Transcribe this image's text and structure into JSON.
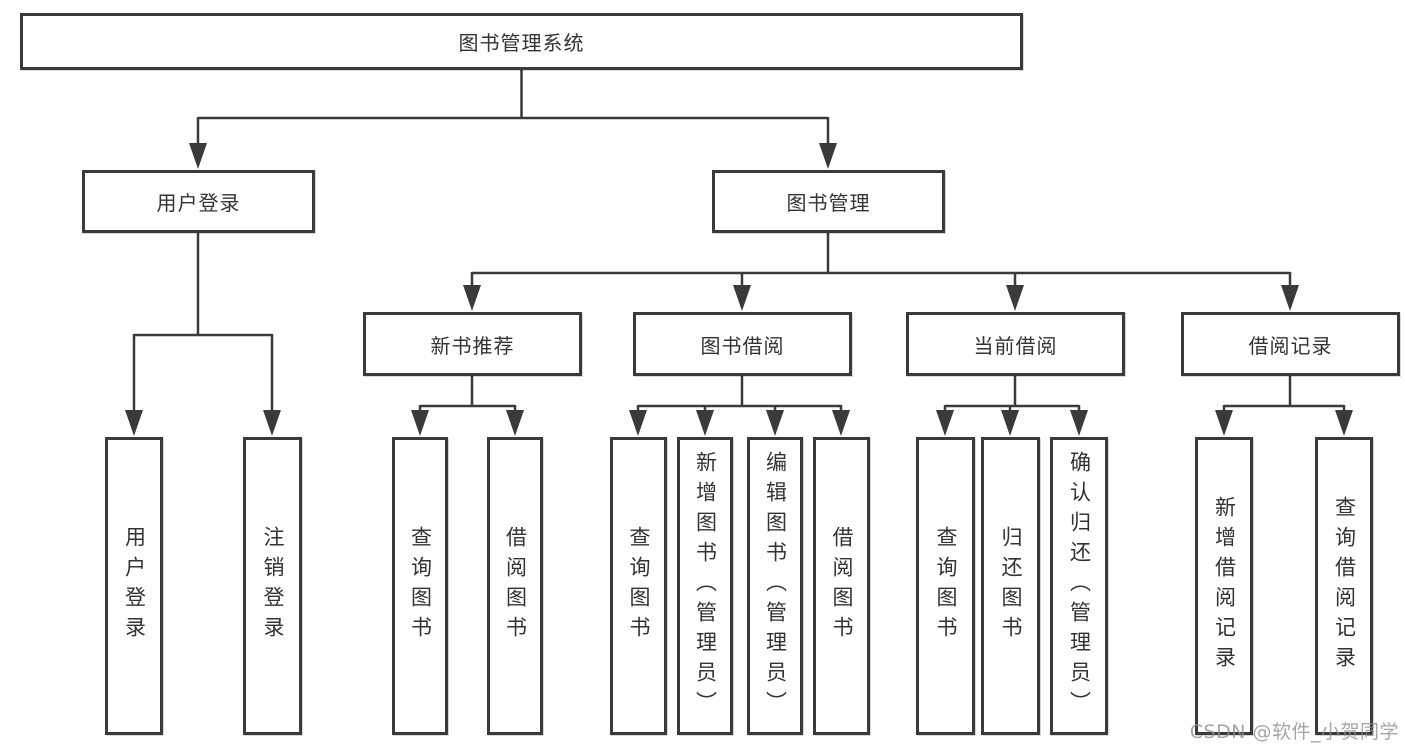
{
  "page": {
    "watermark": "CSDN @软件_小贺同学"
  },
  "colors": {
    "line": "#3a3a3a",
    "box_border": "#3a3a3a",
    "box_fill": "#ffffff",
    "text": "#333333",
    "watermark": "#8d9094",
    "background": "#ffffff"
  },
  "diagram": {
    "type": "hierarchy-tree",
    "root": {
      "label": "图书管理系统"
    },
    "level2": [
      {
        "label": "用户登录"
      },
      {
        "label": "图书管理"
      }
    ],
    "level3": [
      {
        "label": "新书推荐"
      },
      {
        "label": "图书借阅"
      },
      {
        "label": "当前借阅"
      },
      {
        "label": "借阅记录"
      }
    ],
    "leaves": {
      "user_login": [
        {
          "label": "用户登录"
        },
        {
          "label": "注销登录"
        }
      ],
      "new_book_recommend": [
        {
          "label": "查询图书"
        },
        {
          "label": "借阅图书"
        }
      ],
      "book_borrow": [
        {
          "label": "查询图书"
        },
        {
          "label": "新增图书（管理员）"
        },
        {
          "label": "编辑图书（管理员）"
        },
        {
          "label": "借阅图书"
        }
      ],
      "current_borrow": [
        {
          "label": "查询图书"
        },
        {
          "label": "归还图书"
        },
        {
          "label": "确认归还（管理员）"
        }
      ],
      "borrow_records": [
        {
          "label": "新增借阅记录"
        },
        {
          "label": "查询借阅记录"
        }
      ]
    }
  }
}
